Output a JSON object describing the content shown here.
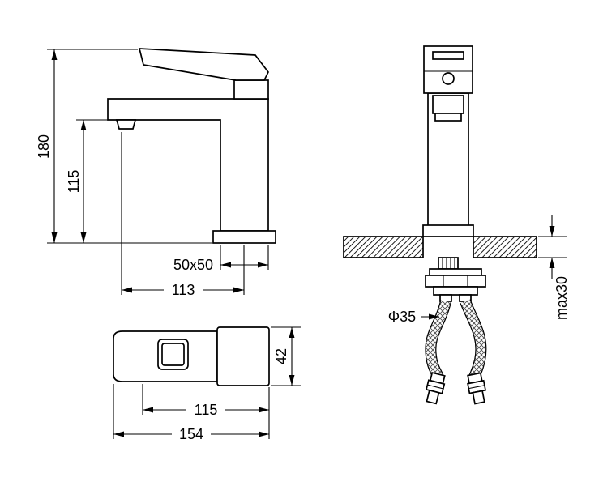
{
  "colors": {
    "line": "#000000",
    "background": "#ffffff"
  },
  "drawing": {
    "front_view": {
      "overall_height": "180",
      "spout_height": "115",
      "body_section": "50x50",
      "spout_reach": "113"
    },
    "side_view": {
      "max_mounting_thickness": "max30",
      "mounting_hole_diameter": "Φ35"
    },
    "top_view": {
      "body_width": "42",
      "center_length": "115",
      "overall_length": "154"
    }
  }
}
